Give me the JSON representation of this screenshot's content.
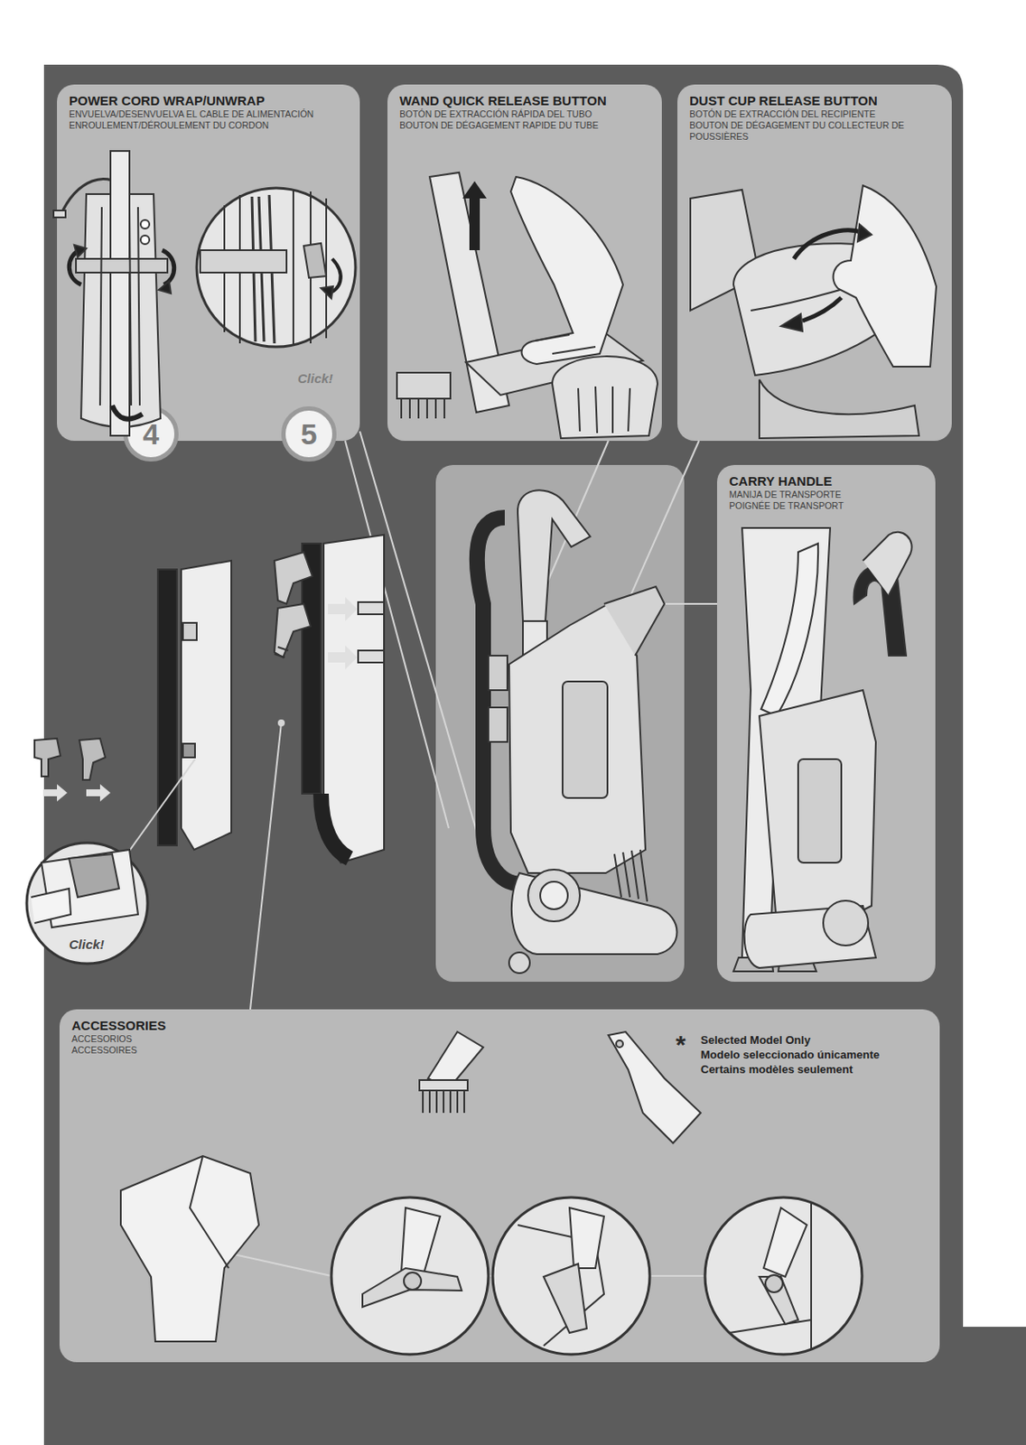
{
  "diagram": {
    "nodes": [
      {
        "text": [
          "POWER CORD WRAP/UNWRAP",
          "ENVUELVA/DESENVUELVA EL CABLE DE ALIMENTACIÓN",
          "ENROULEMENT/DÉROULEMENT DU CORDON"
        ]
      },
      {
        "text": [
          "WAND QUICK RELEASE BUTTON",
          "BOTÓN DE EXTRACCIÓN RÁPIDA DEL TUBO",
          "BOUTON DE DÉGAGEMENT RAPIDE DU TUBE"
        ]
      },
      {
        "text": [
          "DUST CUP RELEASE BUTTON",
          "BOTÓN DE EXTRACCIÓN DEL RECIPIENTE",
          "BOUTON DE DÉGAGEMENT DU COLLECTEUR DE POUSSIÈRES"
        ]
      },
      {
        "text": [
          "4"
        ]
      },
      {
        "text": [
          "5"
        ]
      },
      {
        "text": [
          "CARRY HANDLE",
          "MANIJA DE TRANSPORTE",
          "POIGNÉE DE TRANSPORT"
        ]
      },
      {
        "text": [
          "ACCESSORIES",
          "ACCESORIOS",
          "ACCESSOIRES"
        ]
      }
    ],
    "labels": [
      "Click!",
      "Click!",
      "*",
      "Selected Model Only",
      "Modelo seleccionado únicamente",
      "Certains modèles seulement"
    ]
  }
}
